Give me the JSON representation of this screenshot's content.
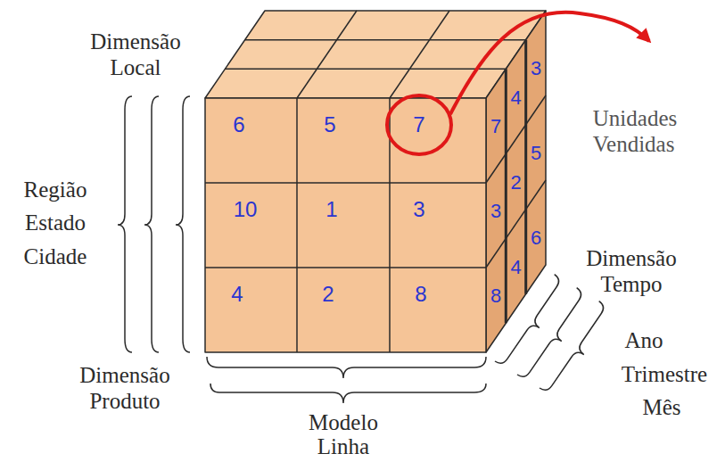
{
  "diagram": {
    "labels": [
      "Dimensão Local",
      "Região",
      "Estado",
      "Cidade",
      "6",
      "5",
      "7",
      "10",
      "1",
      "3",
      "4",
      "2",
      "8",
      "7",
      "3",
      "8",
      "4",
      "2",
      "4",
      "3",
      "5",
      "6",
      "Unidades Vendidas",
      "Dimensão Tempo",
      "Ano",
      "Trimestre",
      "Mês",
      "Dimensão Produto",
      "Modelo",
      "Linha"
    ]
  }
}
